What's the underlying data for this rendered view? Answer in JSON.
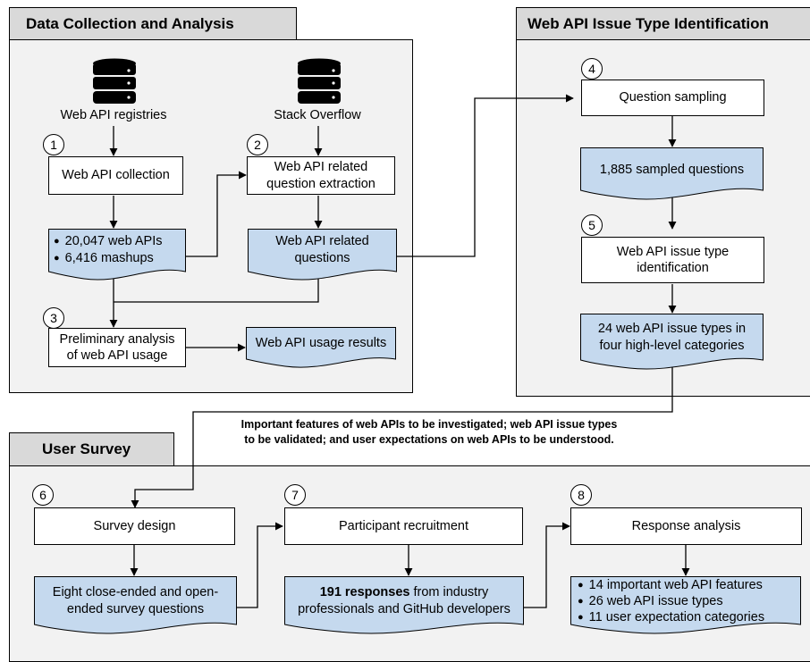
{
  "sections": {
    "data_collection": "Data Collection and Analysis",
    "issue_type": "Web API Issue Type Identification",
    "user_survey": "User Survey"
  },
  "icons": {
    "registries_db": "database-icon",
    "stackoverflow_db": "database-icon"
  },
  "sources": {
    "registries": "Web API registries",
    "stackoverflow": "Stack Overflow"
  },
  "steps": {
    "s1": {
      "num": "1",
      "label": "Web API collection"
    },
    "s2": {
      "num": "2",
      "line1": "Web API related",
      "line2": "question extraction"
    },
    "s3": {
      "num": "3",
      "line1": "Preliminary analysis",
      "line2": "of web API usage"
    },
    "s4": {
      "num": "4",
      "label": "Question sampling"
    },
    "s5": {
      "num": "5",
      "line1": "Web API issue type",
      "line2": "identification"
    },
    "s6": {
      "num": "6",
      "label": "Survey design"
    },
    "s7": {
      "num": "7",
      "label": "Participant recruitment"
    },
    "s8": {
      "num": "8",
      "label": "Response analysis"
    }
  },
  "outputs": {
    "apis": [
      "20,047 web APIs",
      "6,416 mashups"
    ],
    "questions": {
      "line1": "Web API related",
      "line2": "questions"
    },
    "usage": "Web API usage results",
    "sampled": "1,885 sampled questions",
    "issue_types": {
      "line1": "24 web API issue types in",
      "line2": "four high-level categories"
    },
    "survey_questions": {
      "line1": "Eight close-ended and open-",
      "line2": "ended survey questions"
    },
    "responses": {
      "bold": "191 responses",
      "rest": " from industry",
      "line2": "professionals and GitHub developers"
    },
    "analysis": [
      "14 important web API features",
      "26 web API issue types",
      "11 user expectation categories"
    ]
  },
  "connector_note": {
    "line1": "Important features of web APIs to be investigated; web API issue types",
    "line2": "to be validated; and user expectations on web APIs to be understood."
  },
  "colors": {
    "panel": "#f2f2f2",
    "tab": "#d9d9d9",
    "output_fill": "#c5d9ee",
    "line": "#000000"
  }
}
